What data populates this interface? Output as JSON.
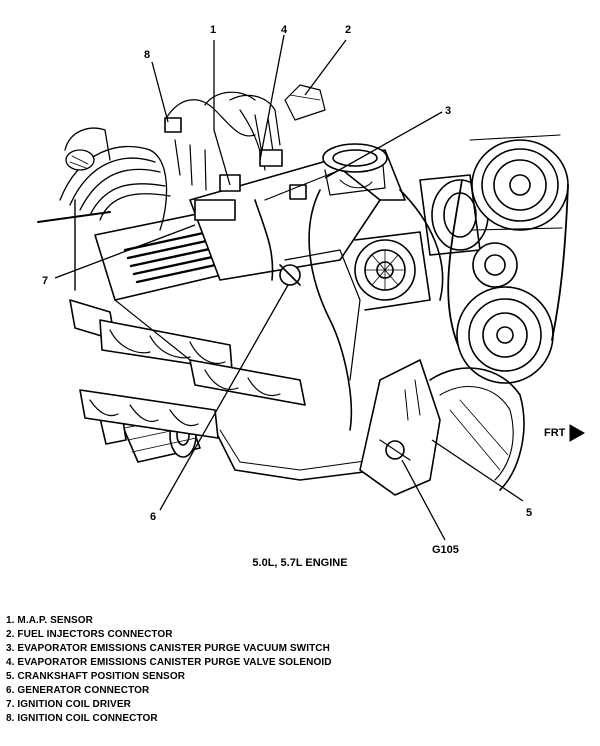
{
  "diagram": {
    "callouts": [
      "1",
      "2",
      "3",
      "4",
      "5",
      "6",
      "7",
      "8",
      "G105"
    ],
    "direction_label": "FRT",
    "caption": "5.0L, 5.7L ENGINE"
  },
  "legend": {
    "items": [
      "1. M.A.P. SENSOR",
      "2. FUEL INJECTORS CONNECTOR",
      "3. EVAPORATOR EMISSIONS CANISTER PURGE VACUUM SWITCH",
      "4. EVAPORATOR EMISSIONS CANISTER PURGE VALVE SOLENOID",
      "5. CRANKSHAFT POSITION SENSOR",
      "6. GENERATOR CONNECTOR",
      "7. IGNITION COIL DRIVER",
      "8. IGNITION COIL CONNECTOR"
    ]
  }
}
